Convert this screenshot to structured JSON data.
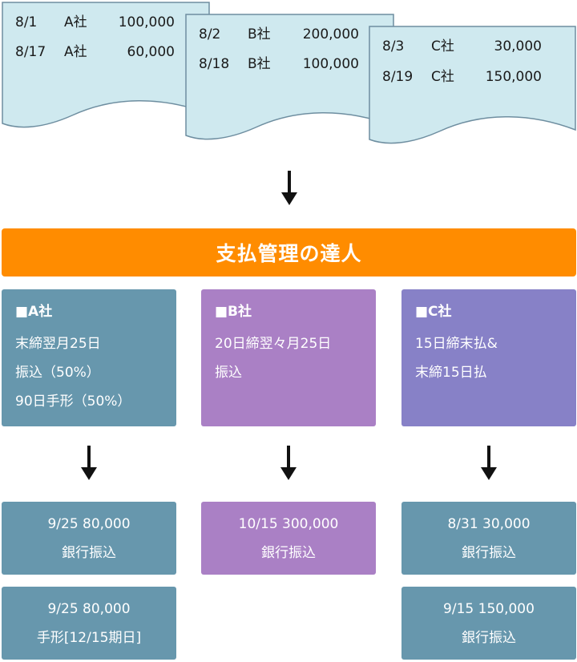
{
  "invoices": [
    {
      "rows": [
        {
          "date": "8/1",
          "company": "A社",
          "amount": "100,000"
        },
        {
          "date": "8/17",
          "company": "A社",
          "amount": "60,000"
        }
      ]
    },
    {
      "rows": [
        {
          "date": "8/2",
          "company": "B社",
          "amount": "200,000"
        },
        {
          "date": "8/18",
          "company": "B社",
          "amount": "100,000"
        }
      ]
    },
    {
      "rows": [
        {
          "date": "8/3",
          "company": "C社",
          "amount": "30,000"
        },
        {
          "date": "8/19",
          "company": "C社",
          "amount": "150,000"
        }
      ]
    }
  ],
  "banner": {
    "title": "支払管理の達人"
  },
  "companies": [
    {
      "title": "■A社",
      "lines": [
        "末締翌月25日",
        "振込（50%）",
        "90日手形（50%）"
      ]
    },
    {
      "title": "■B社",
      "lines": [
        "20日締翌々月25日",
        "振込"
      ]
    },
    {
      "title": "■C社",
      "lines": [
        "15日締末払&",
        "末締15日払"
      ]
    }
  ],
  "results": {
    "a": [
      {
        "line1": "9/25  80,000",
        "line2": "銀行振込"
      },
      {
        "line1": "9/25  80,000",
        "line2": "手形[12/15期日]"
      }
    ],
    "b": [
      {
        "line1": "10/15  300,000",
        "line2": "銀行振込"
      }
    ],
    "c": [
      {
        "line1": "8/31  30,000",
        "line2": "銀行振込"
      },
      {
        "line1": "9/15  150,000",
        "line2": "銀行振込"
      }
    ]
  },
  "colors": {
    "document_fill": "#CFE9EF",
    "document_stroke": "#6E8EA0",
    "banner": "#FF8C00",
    "company_a": "#6797AD",
    "company_b": "#AA80C5",
    "company_c": "#8781C7",
    "arrow": "#111111"
  }
}
